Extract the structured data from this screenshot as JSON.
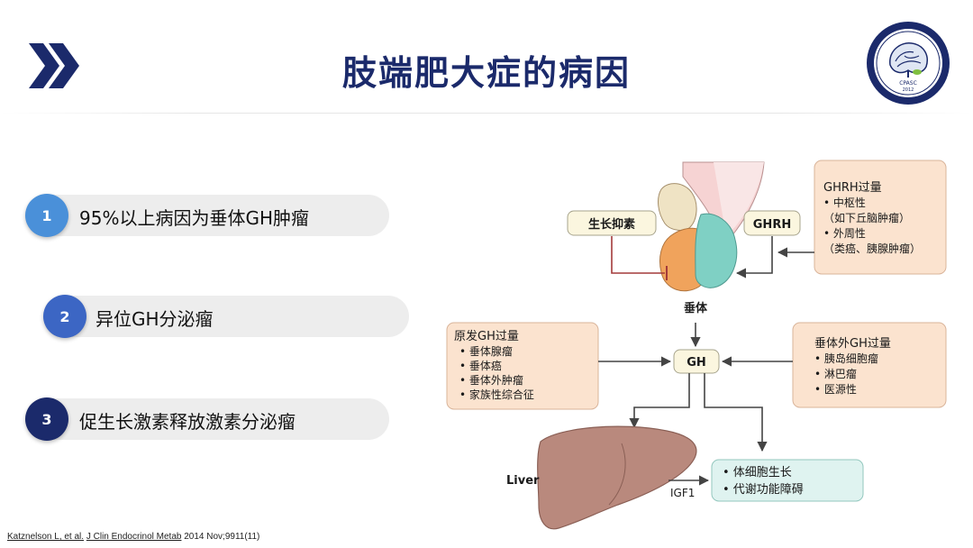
{
  "slide": {
    "title": "肢端肥大症的病因"
  },
  "list": [
    {
      "number": "1",
      "text": "95%以上病因为垂体GH肿瘤"
    },
    {
      "number": "2",
      "text": "异位GH分泌瘤"
    },
    {
      "number": "3",
      "text": "促生长激素释放激素分泌瘤"
    }
  ],
  "logo": {
    "center_text": "CPASC",
    "year": "2012"
  },
  "diagram": {
    "somatostatin": "生长抑素",
    "ghrh": "GHRH",
    "pituitary": "垂体",
    "gh": "GH",
    "liver": "Liver",
    "igf1": "IGF1",
    "ghrh_box": {
      "title": "GHRH过量",
      "lines": [
        "• 中枢性",
        "（如下丘脑肿瘤）",
        "• 外周性",
        "（类癌、胰腺肿瘤）"
      ]
    },
    "primary_box": {
      "title": "原发GH过量",
      "lines": [
        "• 垂体腺瘤",
        "• 垂体癌",
        "• 垂体外肿瘤",
        "• 家族性综合征"
      ]
    },
    "extra_box": {
      "title": "垂体外GH过量",
      "lines": [
        "• 胰岛细胞瘤",
        "• 淋巴瘤",
        "• 医源性"
      ]
    },
    "effects_box": {
      "lines": [
        "• 体细胞生长",
        "• 代谢功能障碍"
      ]
    }
  },
  "citation": {
    "authors": "Katznelson L, et al.",
    "journal": "J Clin Endocrinol Metab",
    "detail": " 2014 Nov;9911(11)"
  },
  "colors": {
    "title": "#1b2a6b",
    "box_fill": "#fbe3cf",
    "box_stroke": "#d9b49a",
    "effects_fill": "#dff3f0",
    "pituitary_orange": "#f0a35c",
    "pituitary_teal": "#7fd0c4",
    "liver": "#b9897d",
    "inhibit_line": "#a33a3a"
  }
}
